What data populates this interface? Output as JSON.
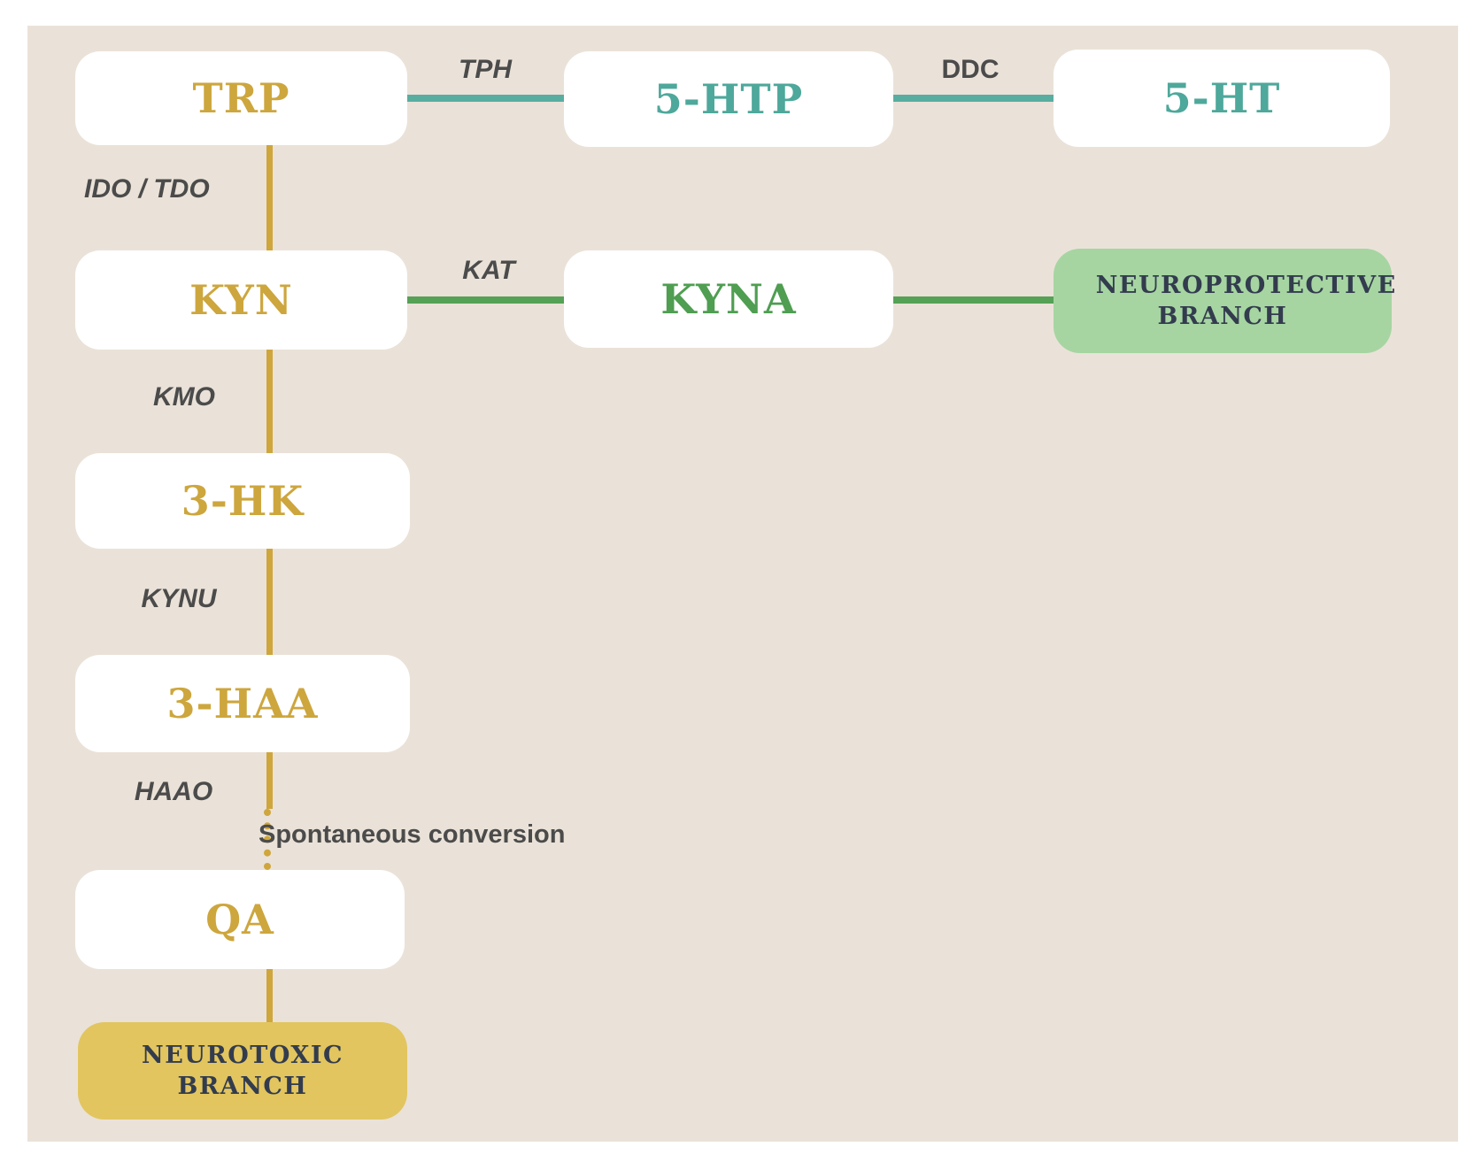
{
  "diagram_title": "Tryptophan metabolism kynurenine pathway diagram",
  "nodes": {
    "trp": {
      "label": "TRP",
      "color": "#cda63d"
    },
    "fivehtp": {
      "label": "5-HTP",
      "color": "#4ea89b"
    },
    "fiveht": {
      "label": "5-HT",
      "color": "#4ea89b"
    },
    "kyn": {
      "label": "KYN",
      "color": "#cda63d"
    },
    "kyna": {
      "label": "KYNA",
      "color": "#4f9e52"
    },
    "neuroprotective": {
      "label": "NEUROPROTECTIVE BRANCH",
      "bg": "#a6d5a2",
      "text_color": "#333c4e"
    },
    "threehk": {
      "label": "3-HK",
      "color": "#cda63d"
    },
    "threehaa": {
      "label": "3-HAA",
      "color": "#cda63d"
    },
    "qa": {
      "label": "QA",
      "color": "#cda63d"
    },
    "neurotoxic": {
      "label": "NEUROTOXIC BRANCH",
      "bg": "#e2c55e",
      "text_color": "#333c4e"
    }
  },
  "enzymes": {
    "tph": {
      "label": "TPH"
    },
    "ddc": {
      "label": "DDC"
    },
    "ido_tdo": {
      "label": "IDO / TDO"
    },
    "kat": {
      "label": "KAT"
    },
    "kmo": {
      "label": "KMO"
    },
    "kynu": {
      "label": "KYNU"
    },
    "haao": {
      "label": "HAAO"
    }
  },
  "annotations": {
    "spontaneous": {
      "label": "Spontaneous conversion"
    }
  },
  "edges": [
    {
      "from": "TRP",
      "to": "5-HTP",
      "enzyme": "TPH",
      "color": "#58ada1",
      "style": "solid"
    },
    {
      "from": "5-HTP",
      "to": "5-HT",
      "enzyme": "DDC",
      "color": "#58ada1",
      "style": "solid"
    },
    {
      "from": "TRP",
      "to": "KYN",
      "enzyme": "IDO / TDO",
      "color": "#cfa63c",
      "style": "solid"
    },
    {
      "from": "KYN",
      "to": "KYNA",
      "enzyme": "KAT",
      "color": "#55a156",
      "style": "solid"
    },
    {
      "from": "KYNA",
      "to": "NEUROPROTECTIVE BRANCH",
      "enzyme": "",
      "color": "#55a156",
      "style": "solid"
    },
    {
      "from": "KYN",
      "to": "3-HK",
      "enzyme": "KMO",
      "color": "#cfa63c",
      "style": "solid"
    },
    {
      "from": "3-HK",
      "to": "3-HAA",
      "enzyme": "KYNU",
      "color": "#cfa63c",
      "style": "solid"
    },
    {
      "from": "3-HAA",
      "to": "QA",
      "enzyme": "HAAO",
      "note": "Spontaneous conversion",
      "color": "#cfa63c",
      "style": "solid-then-dotted"
    },
    {
      "from": "QA",
      "to": "NEUROTOXIC BRANCH",
      "enzyme": "",
      "color": "#cfa63c",
      "style": "solid"
    }
  ],
  "colors": {
    "page_background": "#ffffff",
    "panel_background": "#eae2d8",
    "node_background": "#ffffff",
    "gold": "#cda63d",
    "teal": "#58ada1",
    "green": "#55a156",
    "green_branch_bg": "#a6d5a2",
    "gold_branch_bg": "#e2c55e",
    "enzyme_label": "#4b4b4b",
    "branch_text": "#333c4e"
  }
}
